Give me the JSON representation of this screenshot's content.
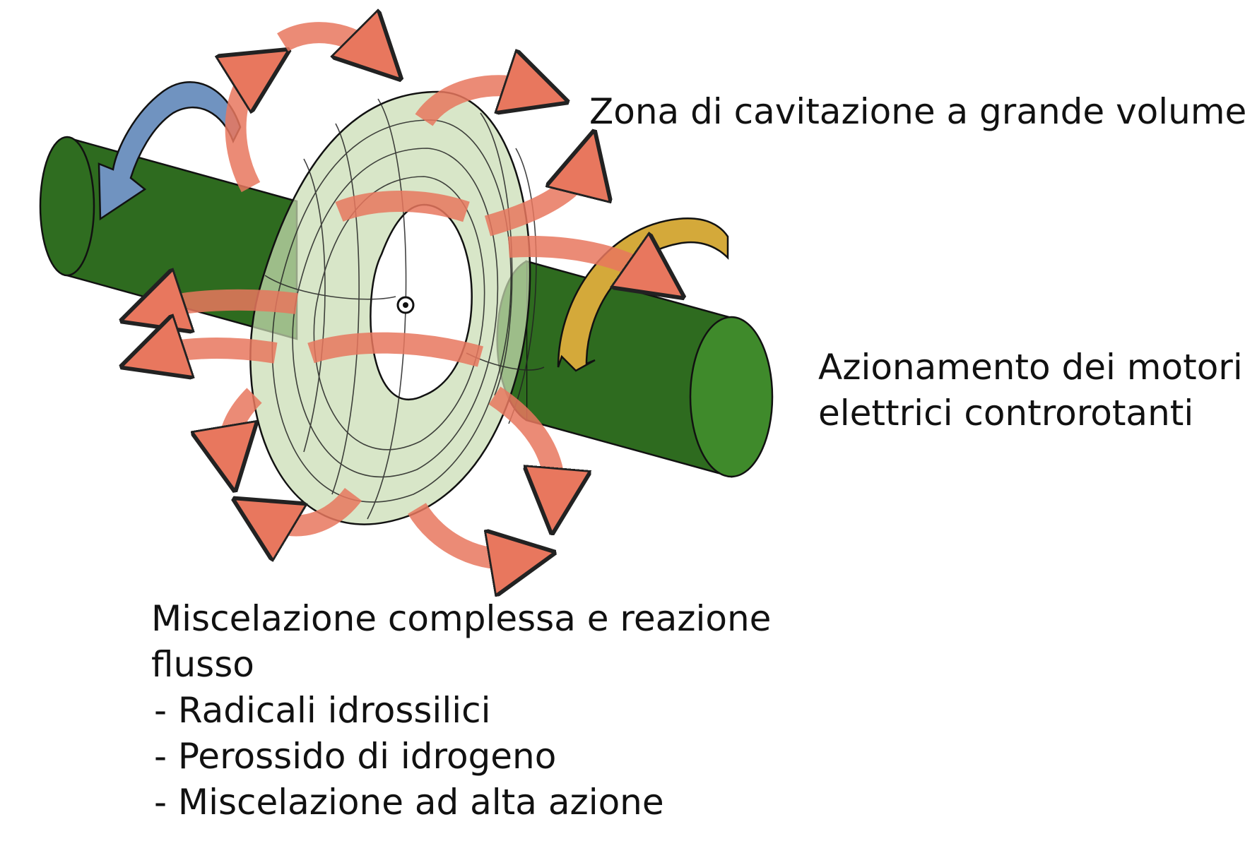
{
  "labels": {
    "cavitation": "Zona di cavitazione a grande volume",
    "motors_line1": "Azionamento dei motori",
    "motors_line2": "elettrici controrotanti",
    "mixing_line1": "Miscelazione complessa e reazione",
    "mixing_line2": "flusso",
    "mixing_items": [
      "- Radicali idrossilici",
      "- Perossido di idrogeno",
      "- Miscelazione ad alta azione"
    ]
  },
  "colors": {
    "shaft": "#2e6b1f",
    "shaft_end": "#3f8a2b",
    "ring": "#c9ddb3",
    "flow_arrow": "#e8775e",
    "left_rotation_arrow": "#7093c0",
    "right_rotation_arrow": "#d4a93a"
  }
}
